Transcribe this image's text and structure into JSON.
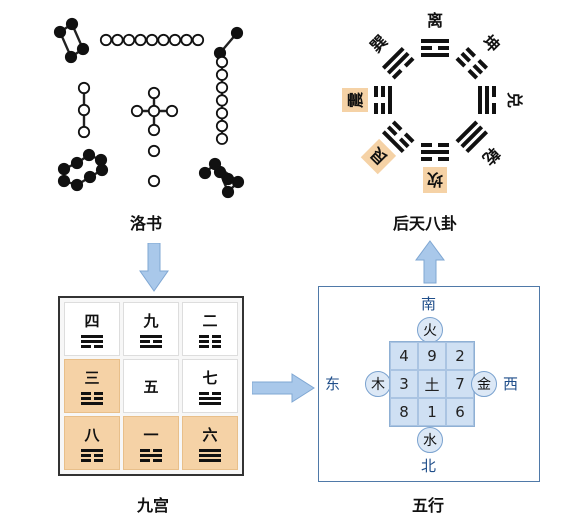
{
  "luoshu": {
    "title": "洛书"
  },
  "houtian": {
    "title": "后天八卦",
    "trigrams": [
      {
        "name": "离",
        "lines": [
          "s",
          "b",
          "s"
        ],
        "highlight": false
      },
      {
        "name": "坤",
        "lines": [
          "b",
          "b",
          "b"
        ],
        "highlight": false
      },
      {
        "name": "兑",
        "lines": [
          "b",
          "s",
          "s"
        ],
        "highlight": false
      },
      {
        "name": "乾",
        "lines": [
          "s",
          "s",
          "s"
        ],
        "highlight": false
      },
      {
        "name": "坎",
        "lines": [
          "b",
          "s",
          "b"
        ],
        "highlight": true
      },
      {
        "name": "艮",
        "lines": [
          "s",
          "b",
          "b"
        ],
        "highlight": true
      },
      {
        "name": "震",
        "lines": [
          "b",
          "b",
          "s"
        ],
        "highlight": true
      },
      {
        "name": "巽",
        "lines": [
          "s",
          "s",
          "b"
        ],
        "highlight": false
      }
    ]
  },
  "jiugong": {
    "title": "九宫",
    "cells": [
      {
        "num": "四",
        "lines": [
          "s",
          "s",
          "b"
        ],
        "highlight": false
      },
      {
        "num": "九",
        "lines": [
          "s",
          "b",
          "s"
        ],
        "highlight": false
      },
      {
        "num": "二",
        "lines": [
          "b",
          "b",
          "b"
        ],
        "highlight": false
      },
      {
        "num": "三",
        "lines": [
          "b",
          "b",
          "s"
        ],
        "highlight": true
      },
      {
        "num": "五",
        "lines": [],
        "highlight": false
      },
      {
        "num": "七",
        "lines": [
          "b",
          "s",
          "s"
        ],
        "highlight": false
      },
      {
        "num": "八",
        "lines": [
          "s",
          "b",
          "b"
        ],
        "highlight": true
      },
      {
        "num": "一",
        "lines": [
          "b",
          "s",
          "b"
        ],
        "highlight": true
      },
      {
        "num": "六",
        "lines": [
          "s",
          "s",
          "s"
        ],
        "highlight": true
      }
    ]
  },
  "wuxing": {
    "title": "五行",
    "south": "南",
    "north": "北",
    "east": "东",
    "west": "西",
    "fire": "火",
    "water": "水",
    "wood": "木",
    "metal": "金",
    "grid": [
      "4",
      "9",
      "2",
      "3",
      "土",
      "7",
      "8",
      "1",
      "6"
    ]
  },
  "colors": {
    "highlight": "#f5d2a6",
    "arrow": "#a9c8ea",
    "wuxing_border": "#4f79a8",
    "wuxing_text": "#1f4e8a"
  }
}
